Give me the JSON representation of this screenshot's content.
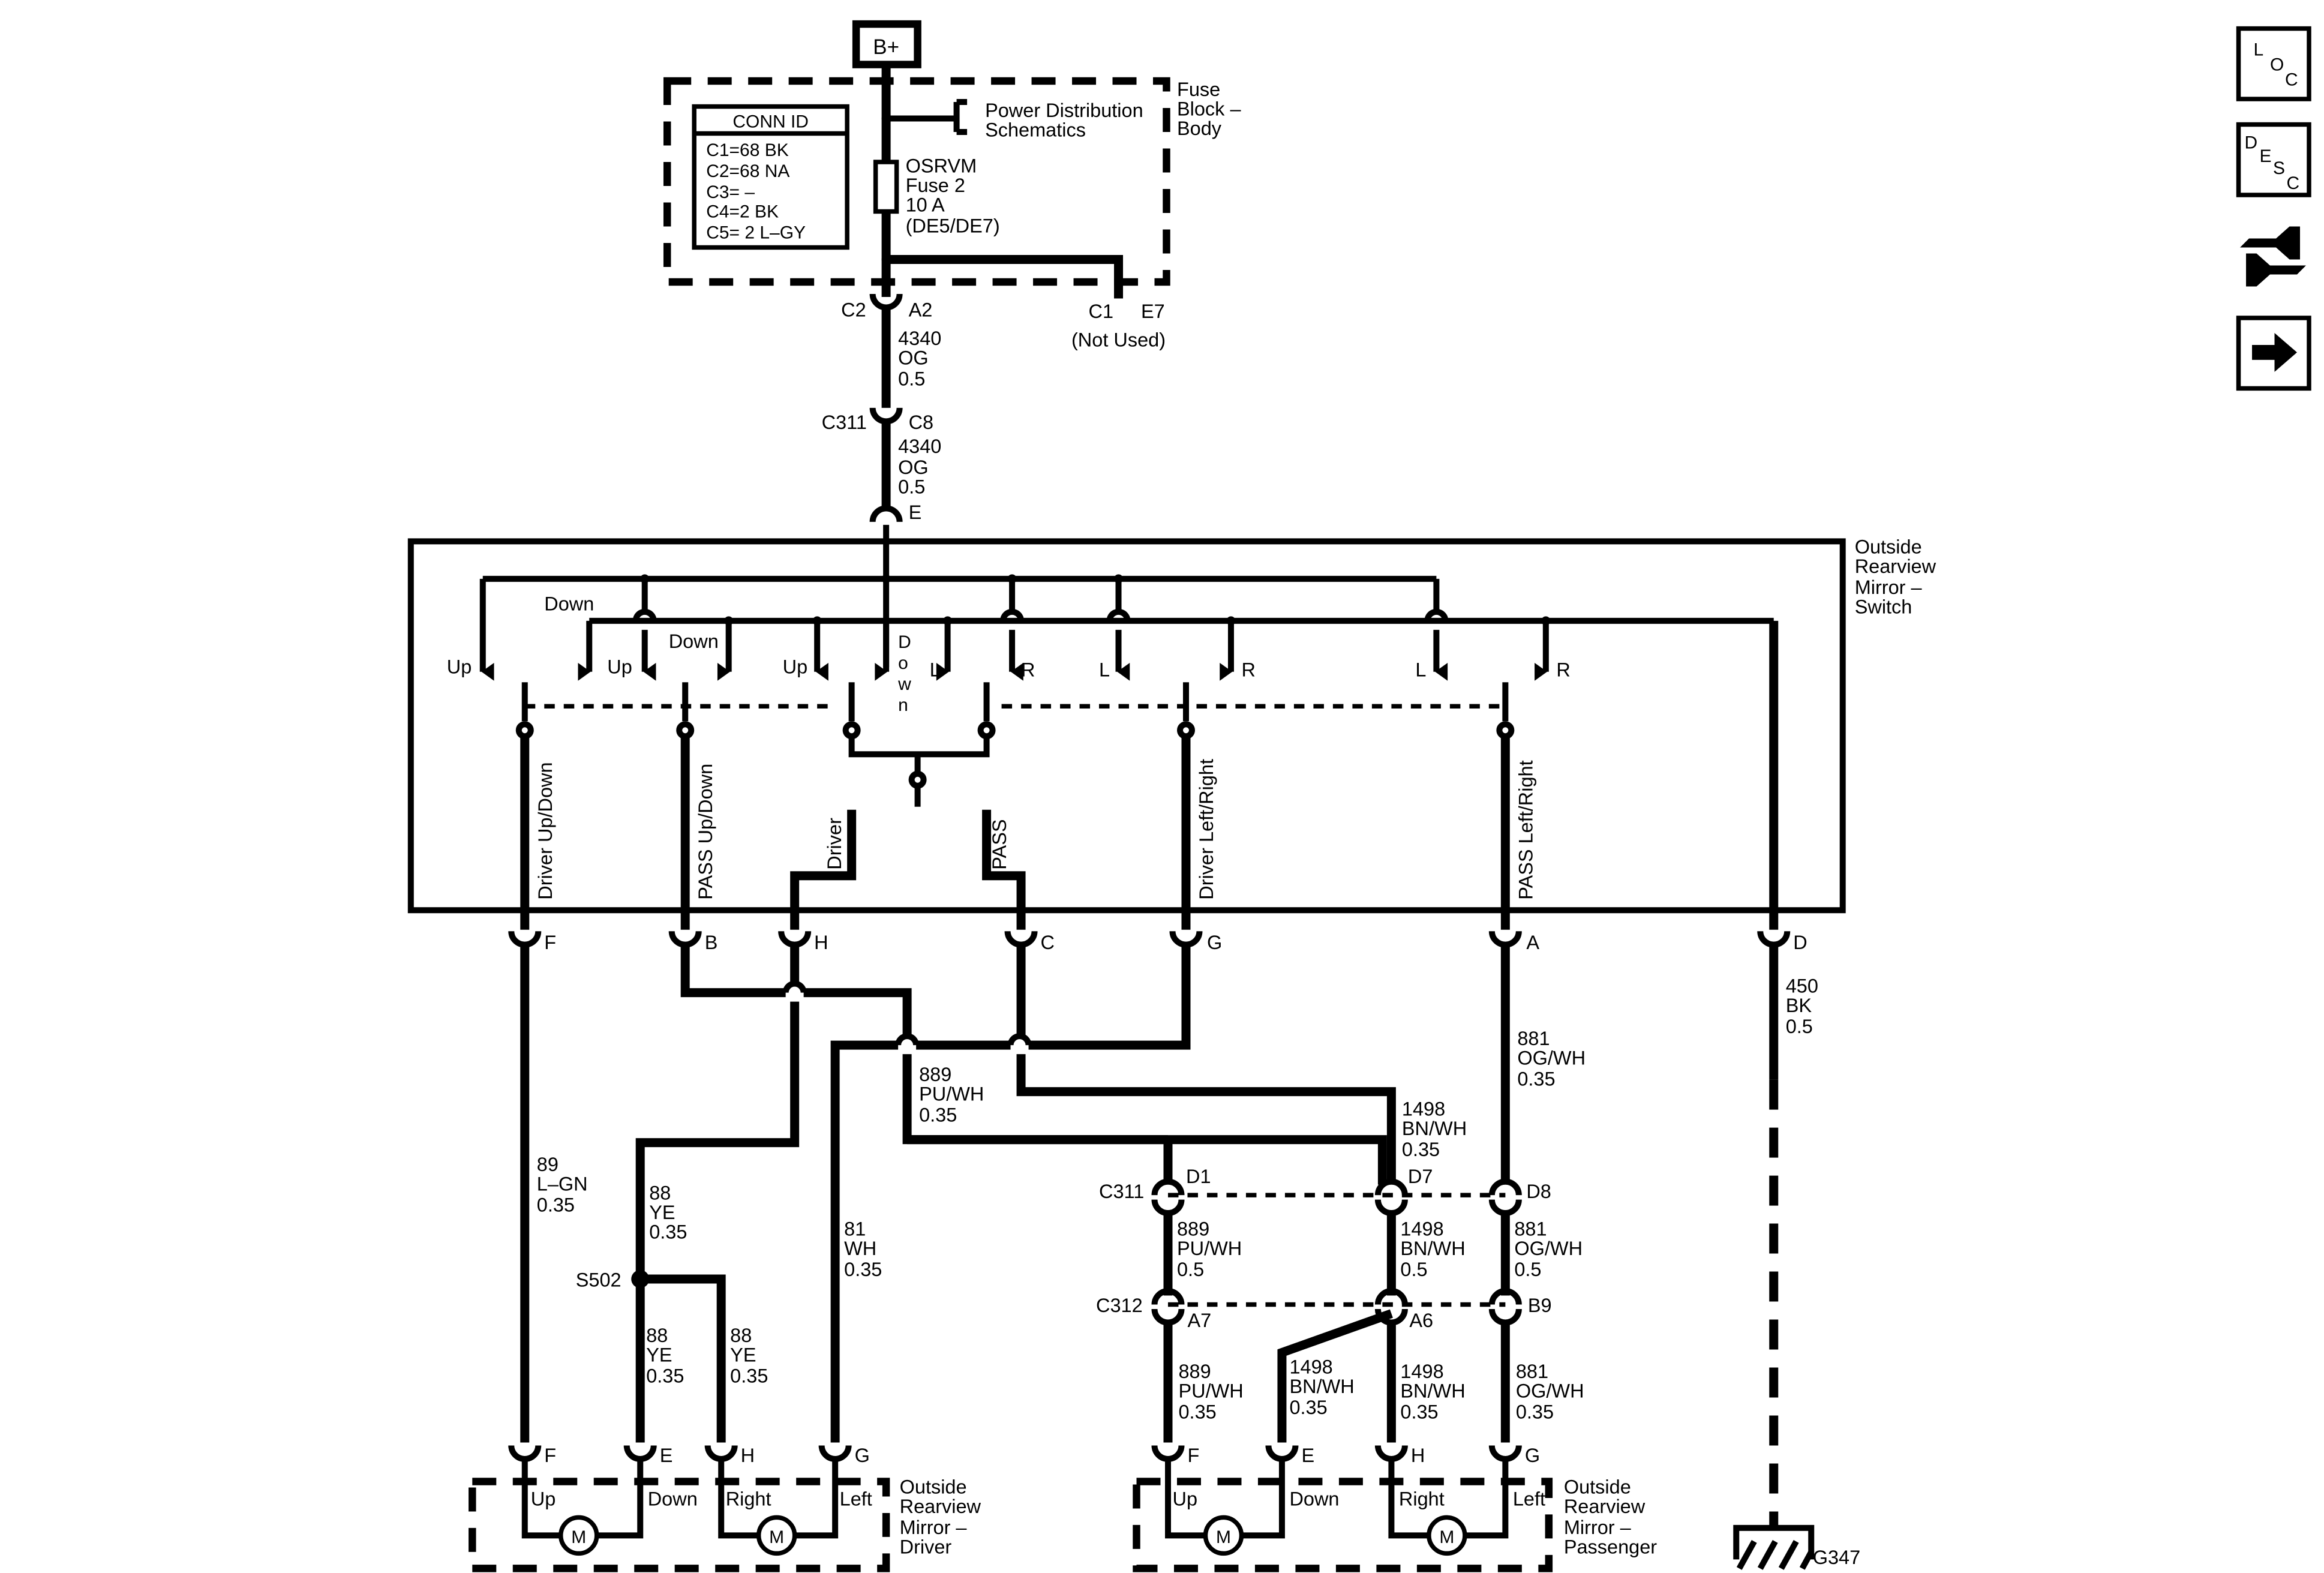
{
  "power": {
    "label": "B+"
  },
  "fuse_block": {
    "title_lines": [
      "Fuse",
      "Block –",
      "Body"
    ],
    "conn_id_title": "CONN ID",
    "conn_id_lines": [
      "C1=68 BK",
      "C2=68 NA",
      "C3= –",
      "C4=2 BK",
      "C5= 2 L–GY"
    ],
    "pds_lines": [
      "Power Distribution",
      "Schematics"
    ],
    "fuse_lines": [
      "OSRVM",
      "Fuse 2",
      "10 A",
      "(DE5/DE7)"
    ],
    "c2": "C2",
    "a2": "A2",
    "c1": "C1",
    "e7": "E7",
    "not_used": "(Not Used)"
  },
  "feed": {
    "wire1": [
      "4340",
      "OG",
      "0.5"
    ],
    "c311": "C311",
    "c8": "C8",
    "wire2": [
      "4340",
      "OG",
      "0.5"
    ],
    "e": "E"
  },
  "switch": {
    "title_lines": [
      "Outside",
      "Rearview",
      "Mirror –",
      "Switch"
    ],
    "contacts": {
      "up1": "Up",
      "down1": "Down",
      "up2": "Up",
      "down2": "Down",
      "up3": "Up",
      "down_letters": [
        "D",
        "o",
        "w",
        "n"
      ],
      "l1": "L",
      "r1": "R",
      "l2": "L",
      "r2": "R",
      "l3": "L",
      "r3": "R"
    },
    "section_labels": {
      "driver_updown": "Driver Up/Down",
      "pass_updown": "PASS Up/Down",
      "driver": "Driver",
      "pass": "PASS",
      "driver_leftright": "Driver Left/Right",
      "pass_leftright": "PASS Left/Right"
    },
    "pins": [
      "F",
      "B",
      "H",
      "C",
      "G",
      "A",
      "D"
    ]
  },
  "wires": {
    "w89": [
      "89",
      "L–GN",
      "0.35"
    ],
    "w88_top": [
      "88",
      "YE",
      "0.35"
    ],
    "s502": "S502",
    "w88_left": [
      "88",
      "YE",
      "0.35"
    ],
    "w88_right": [
      "88",
      "YE",
      "0.35"
    ],
    "w81": [
      "81",
      "WH",
      "0.35"
    ],
    "w889_top": [
      "889",
      "PU/WH",
      "0.35"
    ],
    "w1498_top": [
      "1498",
      "BN/WH",
      "0.35"
    ],
    "w881_top": [
      "881",
      "OG/WH",
      "0.35"
    ],
    "w450": [
      "450",
      "BK",
      "0.5"
    ]
  },
  "passenger_connectors": {
    "c311": "C311",
    "d1": "D1",
    "d7": "D7",
    "d8": "D8",
    "w889_mid": [
      "889",
      "PU/WH",
      "0.5"
    ],
    "w1498_mid": [
      "1498",
      "BN/WH",
      "0.5"
    ],
    "w881_mid": [
      "881",
      "OG/WH",
      "0.5"
    ],
    "c312": "C312",
    "a7": "A7",
    "a6": "A6",
    "b9": "B9",
    "w889_bot": [
      "889",
      "PU/WH",
      "0.35"
    ],
    "w1498_bot_a": [
      "1498",
      "BN/WH",
      "0.35"
    ],
    "w1498_bot_b": [
      "1498",
      "BN/WH",
      "0.35"
    ],
    "w881_bot": [
      "881",
      "OG/WH",
      "0.35"
    ]
  },
  "driver_mirror": {
    "pins": [
      "F",
      "E",
      "H",
      "G"
    ],
    "labels": [
      "Up",
      "Down",
      "Right",
      "Left"
    ],
    "motor": "M",
    "title_lines": [
      "Outside",
      "Rearview",
      "Mirror –",
      "Driver"
    ]
  },
  "passenger_mirror": {
    "pins": [
      "F",
      "E",
      "H",
      "G"
    ],
    "labels": [
      "Up",
      "Down",
      "Right",
      "Left"
    ],
    "motor": "M",
    "title_lines": [
      "Outside",
      "Rearview",
      "Mirror –",
      "Passenger"
    ]
  },
  "ground": {
    "label": "G347"
  },
  "nav_buttons": {
    "loc": [
      "L",
      "O",
      "C"
    ],
    "desc": [
      "D",
      "E",
      "S",
      "C"
    ]
  },
  "icons": {
    "loc": "loc-icon",
    "desc": "desc-icon",
    "connector": "connector-icon",
    "next": "arrow-right-icon"
  }
}
